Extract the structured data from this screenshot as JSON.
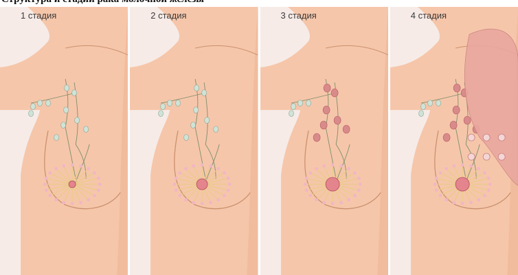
{
  "header": {
    "cut_text": "Структура и стадии рака молочной железы"
  },
  "stages": [
    {
      "label": "1 стадия",
      "nodes": "pale",
      "tumor": "small",
      "skin_mass": false,
      "satellites": 0
    },
    {
      "label": "2 стадия",
      "nodes": "pale",
      "tumor": "medium",
      "skin_mass": false,
      "satellites": 0
    },
    {
      "label": "3 стадия",
      "nodes": "red",
      "tumor": "large",
      "skin_mass": false,
      "satellites": 0
    },
    {
      "label": "4 стадия",
      "nodes": "red",
      "tumor": "large",
      "skin_mass": true,
      "satellites": 6
    }
  ],
  "colors": {
    "background": "#f6ebe7",
    "skin": "#f6c6aa",
    "skin_shadow": "#efb595",
    "contour": "#c9916f",
    "node_pale": "#cfe3d6",
    "node_red": "#d98a8a",
    "duct": "#e8cd86",
    "tumor": "#e4848c",
    "skin_mass": "#eaa7a0"
  }
}
